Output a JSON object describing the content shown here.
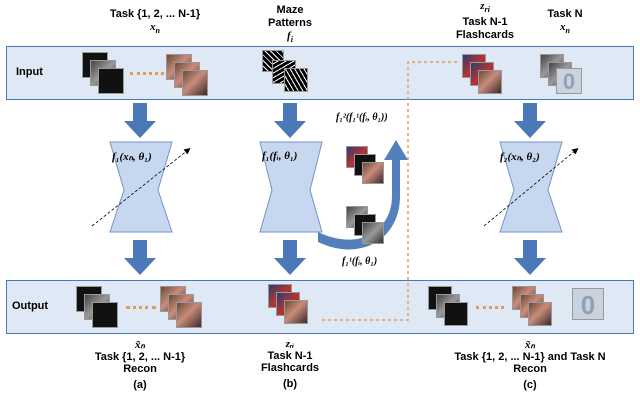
{
  "headers": {
    "col_a_title": "Task {1, 2, ... N-1}",
    "col_a_var": "x",
    "col_a_sub": "n",
    "col_b_title1": "Maze",
    "col_b_title2": "Patterns",
    "col_b_var": "f",
    "col_b_sub": "i",
    "col_c_var": "z",
    "col_c_sub": "ri",
    "col_c_title1": "Task N-1",
    "col_c_title2": "Flashcards",
    "col_d_title": "Task N",
    "col_d_var": "x",
    "col_d_sub": "n"
  },
  "bands": {
    "input_label": "Input",
    "output_label": "Output"
  },
  "functions": {
    "f_a": "f₁(xₙ, θ₁)",
    "f_b": "f₁(fᵢ, θ₁)",
    "f_c": "f₂(xₙ, θ₂)",
    "loop_top": "f₁²(f₁¹(fᵢ, θ₁))",
    "loop_bottom": "f₁¹(fᵢ, θ₁)"
  },
  "footers": {
    "a_var": "x̃ₙ",
    "a_line1": "Task {1, 2, ... N-1}",
    "a_line2": "Recon",
    "a_tag": "(a)",
    "b_var": "zᵣᵢ",
    "b_line1": "Task N-1",
    "b_line2": "Flashcards",
    "b_tag": "(b)",
    "c_var": "x̃ₙ",
    "c_line1": "Task {1, 2, ... N-1} and Task N",
    "c_line2": "Recon",
    "c_tag": "(c)"
  },
  "thumbs": {
    "digit_glyph": "0"
  },
  "colors": {
    "arrow": "#4a78b8",
    "band": "#dfe8f5",
    "net": "#c7d7ef",
    "dotted": "#e69a5a"
  }
}
